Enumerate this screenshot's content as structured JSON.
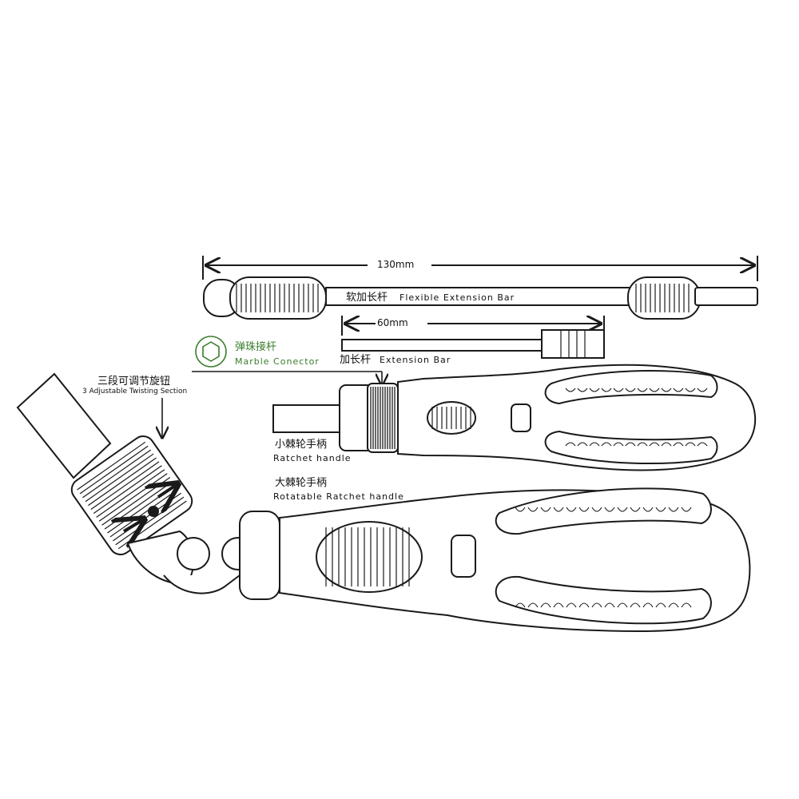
{
  "dimensions": {
    "flexible_bar_length": "130mm",
    "extension_bar_length": "60mm"
  },
  "labels": {
    "flexible_bar_zh": "软加长杆",
    "flexible_bar_en": "Flexible Extension Bar",
    "extension_bar_zh": "加长杆",
    "extension_bar_en": "Extension Bar",
    "marble_connector_zh": "弹珠接杆",
    "marble_connector_en": "Marble Conector",
    "twisting_section_zh": "三段可调节旋钮",
    "twisting_section_en": "3 Adjustable Twisting Section",
    "small_ratchet_zh": "小棘轮手柄",
    "small_ratchet_en": "Ratchet handle",
    "large_ratchet_zh": "大棘轮手柄",
    "large_ratchet_en": "Rotatable Ratchet handle"
  },
  "colors": {
    "line": "#1a1a1a",
    "accent_green": "#3a7d2c"
  }
}
